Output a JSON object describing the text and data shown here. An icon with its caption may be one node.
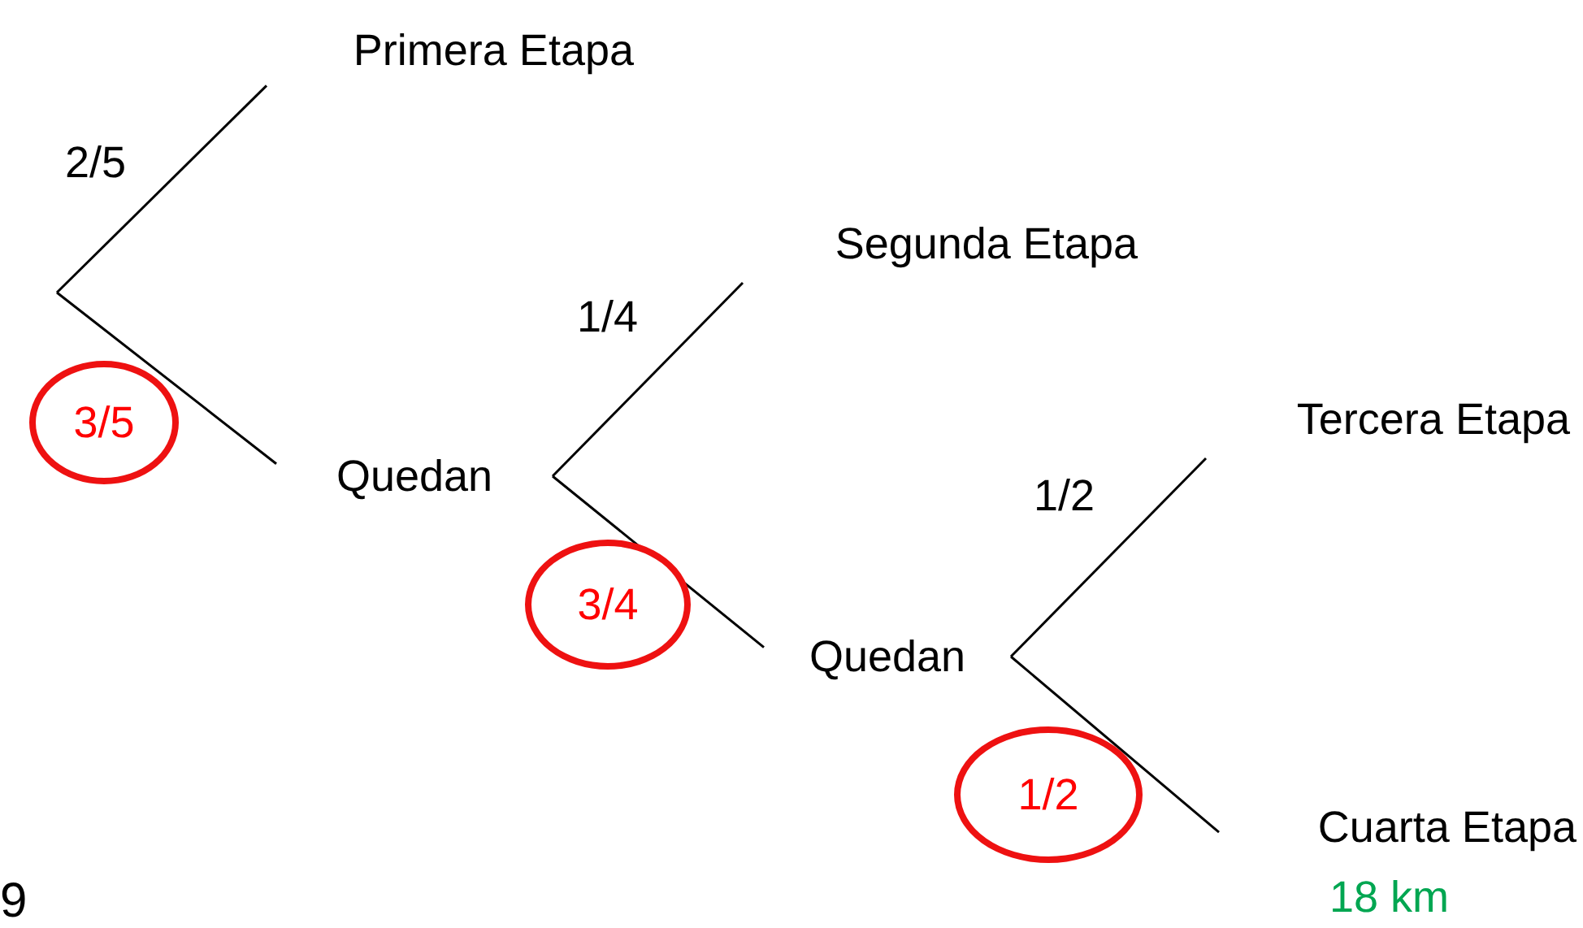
{
  "diagram": {
    "nodes": [
      {
        "text": [
          "Primera Etapa"
        ]
      },
      {
        "text": [
          "Quedan"
        ]
      },
      {
        "text": [
          "Segunda Etapa"
        ]
      },
      {
        "text": [
          "Quedan"
        ]
      },
      {
        "text": [
          "Tercera Etapa"
        ]
      },
      {
        "text": [
          "Cuarta Etapa"
        ],
        "beside": [
          "18 km"
        ]
      }
    ],
    "edges": [
      {
        "from": null,
        "to": 0,
        "arrow": "none",
        "label": "2/5"
      },
      {
        "from": null,
        "to": 1,
        "arrow": "none",
        "label": "3/5"
      },
      {
        "from": 1,
        "to": 2,
        "arrow": "none",
        "label": "1/4"
      },
      {
        "from": 1,
        "to": 3,
        "arrow": "none",
        "label": "3/4"
      },
      {
        "from": 3,
        "to": 4,
        "arrow": "none",
        "label": "1/2"
      },
      {
        "from": 3,
        "to": 5,
        "arrow": "none",
        "label": "1/2"
      }
    ],
    "labels": [
      "9"
    ]
  }
}
